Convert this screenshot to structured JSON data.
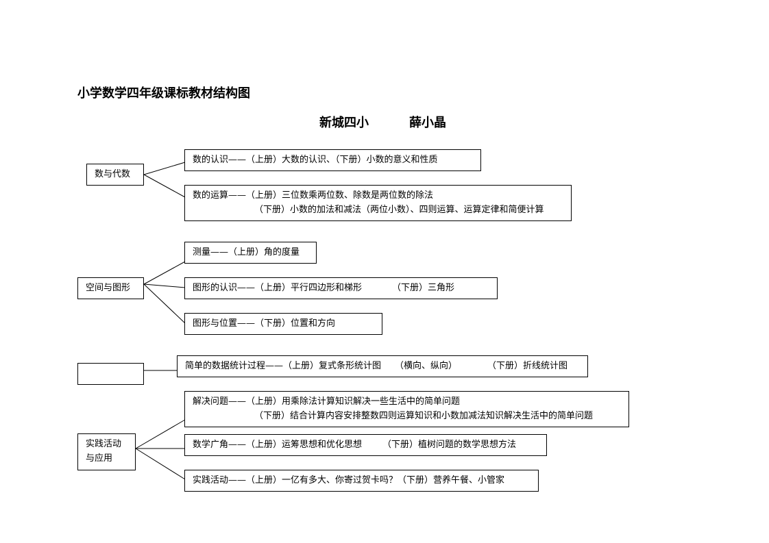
{
  "title": "小学数学四年级课标教材结构图",
  "author": {
    "school": "新城四小",
    "name": "薛小晶"
  },
  "groups": {
    "algebra": {
      "label": "数与代数",
      "items": [
        {
          "lines": [
            "数的认识——（上册）大数的认识、（下册）小数的意义和性质"
          ]
        },
        {
          "lines": [
            "数的运算——（上册）三位数乘两位数、除数是两位数的除法",
            "（下册）小数的加法和减法（两位小数）、四则运算、运算定律和简便计算"
          ]
        }
      ]
    },
    "geometry": {
      "label": "空间与图形",
      "items": [
        {
          "lines": [
            "测量——（上册）角的度量"
          ]
        },
        {
          "part_a": "图形的认识——（上册）平行四边形和梯形",
          "part_b": "（下册）三角形"
        },
        {
          "lines": [
            "图形与位置——（下册）位置和方向"
          ]
        }
      ]
    },
    "statistics": {
      "label": "",
      "items": [
        {
          "part_a": "简单的数据统计过程——（上册）复式条形统计图",
          "part_b": "（横向、纵向）",
          "part_c": "（下册）折线统计图"
        }
      ]
    },
    "practice": {
      "label_line1": "实践活动",
      "label_line2": "与应用",
      "items": [
        {
          "lines": [
            "解决问题——（上册）用乘除法计算知识解决一些生活中的简单问题",
            "（下册）结合计算内容安排整数四则运算知识和小数加减法知识解决生活中的简单问题"
          ]
        },
        {
          "part_a": "数学广角——（上册）运筹思想和优化思想",
          "part_b": "（下册）植树问题的数学思想方法"
        },
        {
          "part_a": "实践活动——（上册）一亿有多大、你寄过贺卡吗？",
          "part_b": "（下册）营养午餐、小管家"
        }
      ]
    }
  }
}
